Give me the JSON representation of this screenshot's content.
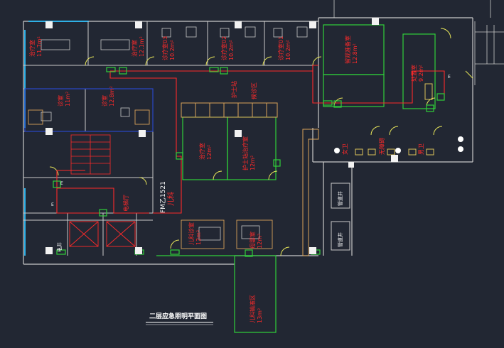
{
  "drawing": {
    "title": "二层应急照明平面图",
    "colors": {
      "background": "#222733",
      "wall": "#c9c9c9",
      "window": "#2fb0e6",
      "emergency_circuit": "#ff2a2a",
      "fixture": "#2fcf3a",
      "door": "#e8e65a",
      "furniture": "#d9a35a",
      "wet_area": "#d9c05a"
    }
  },
  "rooms": [
    {
      "id": "r1",
      "name": "治疗室",
      "area": "11.7m²"
    },
    {
      "id": "r2",
      "name": "治疗室",
      "area": "12.1m²"
    },
    {
      "id": "r3",
      "name": "诊疗室03",
      "area": "10.2m²"
    },
    {
      "id": "r4",
      "name": "诊疗室02",
      "area": "10.2m²"
    },
    {
      "id": "r5",
      "name": "诊疗室01",
      "area": "10.2m²"
    },
    {
      "id": "r6",
      "name": "诊室",
      "area": "11m²"
    },
    {
      "id": "r7",
      "name": "诊室",
      "area": "12.8m²"
    },
    {
      "id": "r8",
      "name": "留观准备室",
      "area": "12.8m²"
    },
    {
      "id": "r9",
      "name": "处置室",
      "area": "9.2m²"
    },
    {
      "id": "r10",
      "name": "护士站",
      "area": ""
    },
    {
      "id": "r11",
      "name": "候诊区",
      "area": ""
    },
    {
      "id": "r12",
      "name": "治疗室",
      "area": "12m²"
    },
    {
      "id": "r13",
      "name": "护士站治疗室",
      "area": "12m²"
    },
    {
      "id": "r14",
      "name": "儿科诊室",
      "area": "12m²"
    },
    {
      "id": "r15",
      "name": "母婴室",
      "area": "12m²"
    },
    {
      "id": "r16",
      "name": "儿科输液区",
      "area": "13m²"
    },
    {
      "id": "r17",
      "name": "女卫",
      "area": ""
    },
    {
      "id": "r18",
      "name": "男卫",
      "area": ""
    },
    {
      "id": "r19",
      "name": "无障碍",
      "area": ""
    },
    {
      "id": "r20",
      "name": "电梯厅",
      "area": ""
    },
    {
      "id": "r21",
      "name": "电井",
      "area": ""
    }
  ],
  "labels": {
    "door_tag": "FM乙1521",
    "hand_note": "儿科",
    "shaft_a": "管道井",
    "shaft_b": "管道井",
    "exit_a": "E",
    "exit_b": "E",
    "exit_c": "E"
  }
}
